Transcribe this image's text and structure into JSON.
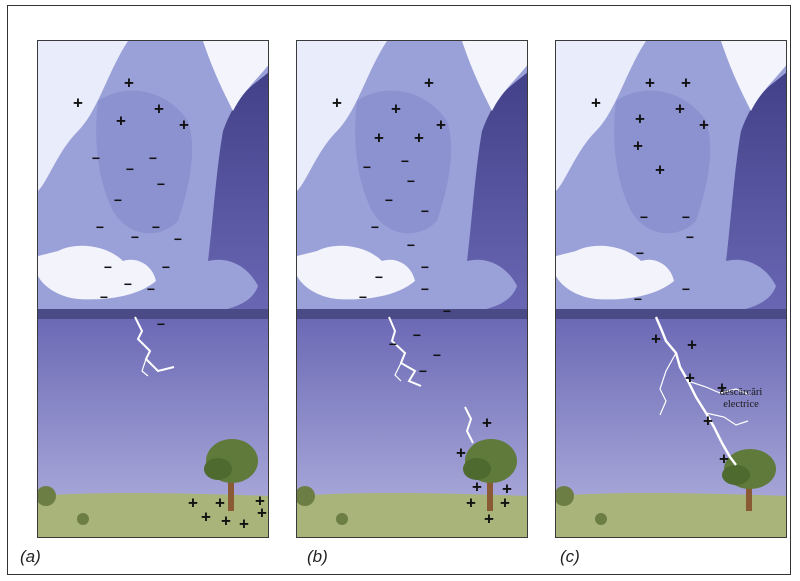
{
  "panels": [
    {
      "caption": "(a)"
    },
    {
      "caption": "(b)"
    },
    {
      "caption": "(c)"
    }
  ],
  "annotation": {
    "line1": "descărcări",
    "line2": "electrice"
  },
  "signs": {
    "plus": "+",
    "minus": "−"
  },
  "colors": {
    "sky_top": "#3f3f86",
    "sky_bottom": "#a7a7d8",
    "cloud": "#9fa7dc",
    "ground": "#a8b47a",
    "tree": "#5f7a3a",
    "lightning": "#ffffff"
  }
}
